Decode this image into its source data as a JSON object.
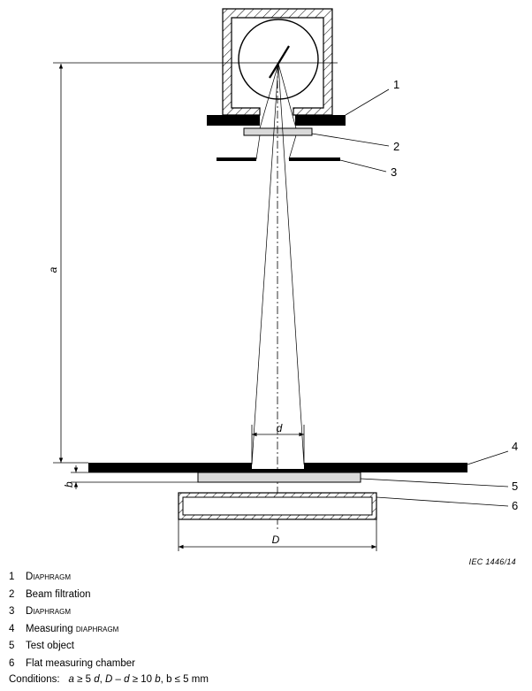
{
  "callouts": [
    "1",
    "2",
    "3",
    "4",
    "5",
    "6"
  ],
  "dimensions": {
    "a": "a",
    "b": "b",
    "d": "d",
    "D": "D"
  },
  "figure_ref": "IEC   1446/14",
  "legend": [
    {
      "num": "1",
      "label": "Diaphragm",
      "small_caps": true
    },
    {
      "num": "2",
      "label": "Beam filtration",
      "small_caps": false
    },
    {
      "num": "3",
      "label": "Diaphragm",
      "small_caps": true
    },
    {
      "num": "4",
      "label_prefix": "Measuring ",
      "label": "diaphragm",
      "small_caps": true
    },
    {
      "num": "5",
      "label": "Test object",
      "small_caps": false
    },
    {
      "num": "6",
      "label": "Flat measuring chamber",
      "small_caps": false
    }
  ],
  "conditions": {
    "label": "Conditions:",
    "c1_var_a": "a",
    "c1_op": " ≥ 5 ",
    "c1_var_d": "d",
    "sep1": ", ",
    "c2_var_D": "D",
    "c2_op": " – ",
    "c2_var_d": "d",
    "c2_rest": " ≥ 10 ",
    "c2_var_b": "b",
    "sep2": ", ",
    "c3": "b ≤ 5 mm"
  }
}
